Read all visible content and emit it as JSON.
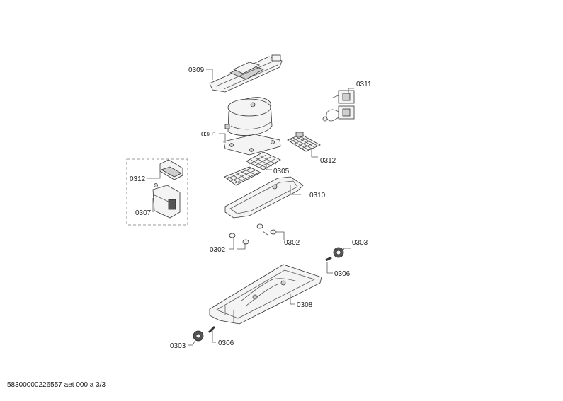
{
  "document_id": "58300000226557 aet 000 a 3/3",
  "part_labels": {
    "p0309": "0309",
    "p0311": "0311",
    "p0301": "0301",
    "p0312a": "0312",
    "p0305": "0305",
    "p0312b": "0312",
    "p0310": "0310",
    "p0307": "0307",
    "p0302a": "0302",
    "p0302b": "0302",
    "p0303a": "0303",
    "p0306a": "0306",
    "p0308": "0308",
    "p0303b": "0303",
    "p0306b": "0306"
  },
  "colors": {
    "line": "#555555",
    "fill": "#f4f4f4",
    "dark": "#555555"
  }
}
